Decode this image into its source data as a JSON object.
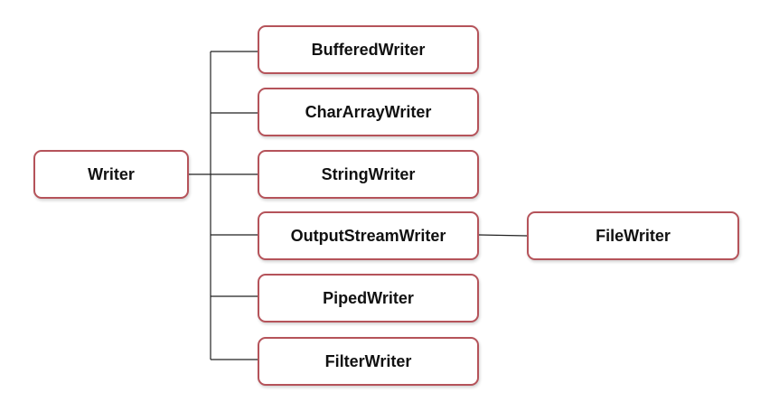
{
  "diagram": {
    "root": {
      "label": "Writer"
    },
    "children": [
      {
        "label": "BufferedWriter"
      },
      {
        "label": "CharArrayWriter"
      },
      {
        "label": "StringWriter"
      },
      {
        "label": "OutputStreamWriter"
      },
      {
        "label": "PipedWriter"
      },
      {
        "label": "FilterWriter"
      }
    ],
    "grandchild": {
      "label": "FileWriter",
      "parent": "OutputStreamWriter"
    },
    "colors": {
      "node_border": "#b5535a",
      "connector": "#222222",
      "text": "#111111"
    }
  }
}
